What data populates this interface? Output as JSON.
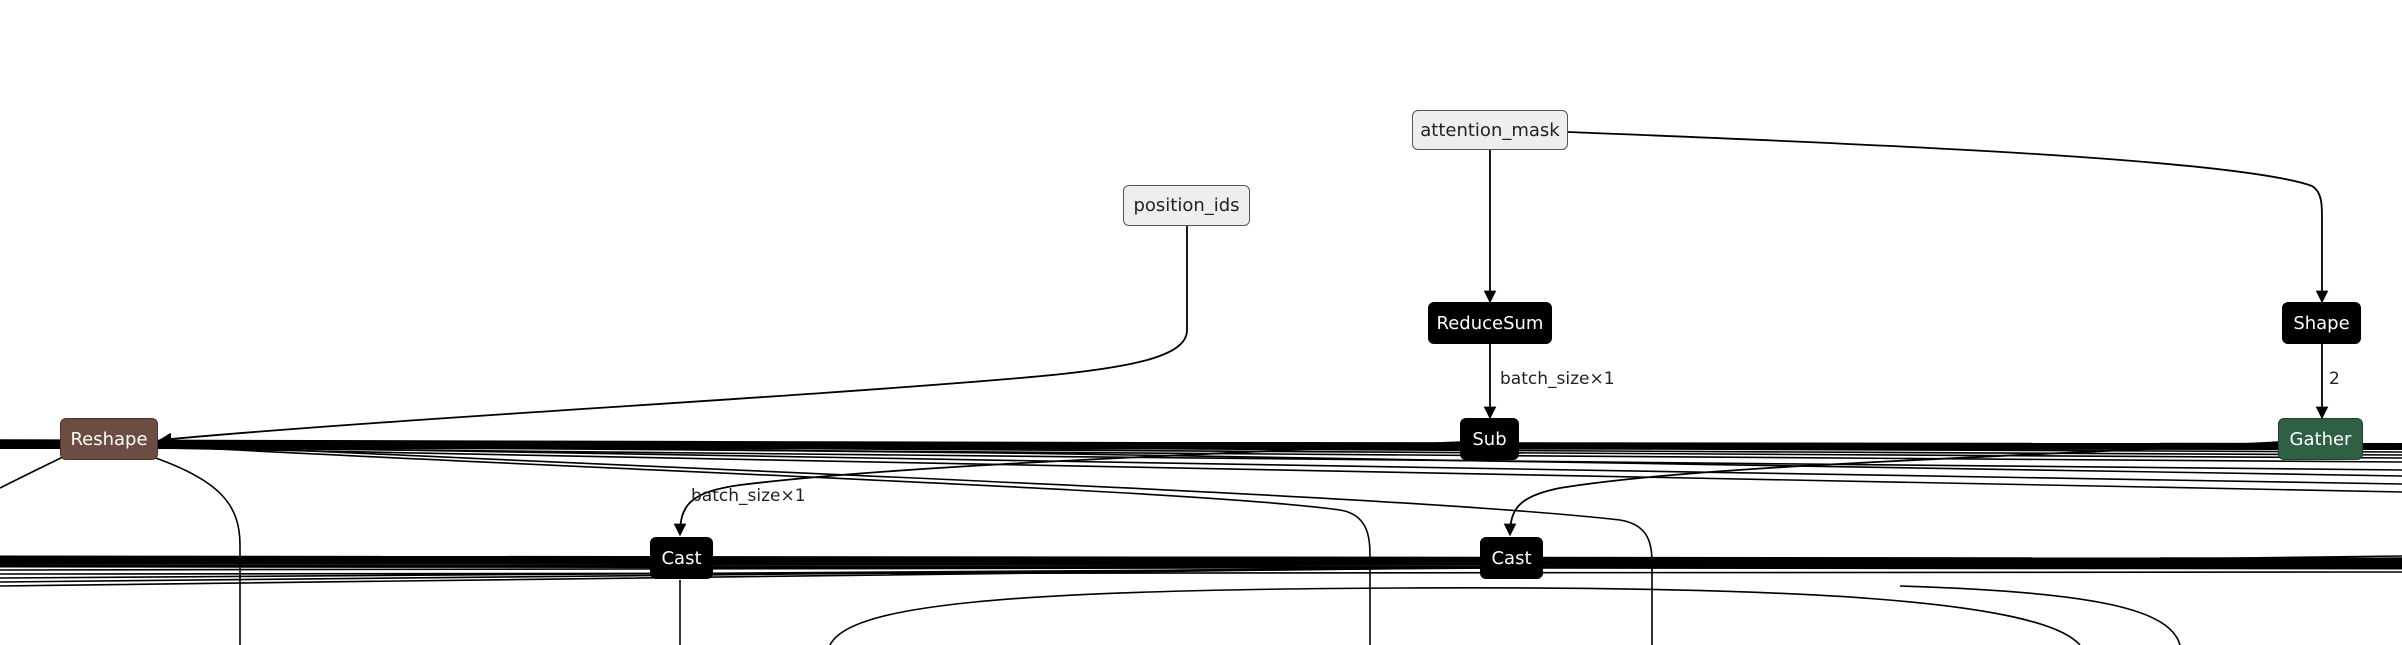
{
  "graph": {
    "nodes": {
      "attention_mask": "attention_mask",
      "position_ids": "position_ids",
      "reducesum": "ReduceSum",
      "shape": "Shape",
      "reshape": "Reshape",
      "sub": "Sub",
      "gather": "Gather",
      "cast_left": "Cast",
      "cast_right": "Cast"
    },
    "edge_labels": {
      "reducesum_to_sub": "batch_size×1",
      "shape_to_gather": "2",
      "sub_to_cast": "batch_size×1"
    },
    "colors": {
      "input_node": "#eeeeee",
      "op_node": "#000000",
      "reshape_node": "#6d4c41",
      "gather_node": "#2f5f44",
      "edge": "#000000"
    }
  }
}
